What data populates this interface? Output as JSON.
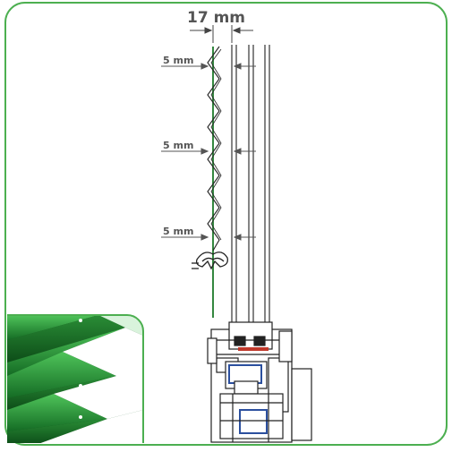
{
  "diagram": {
    "top_dimension": "17 mm",
    "side_dimensions": [
      "5 mm",
      "5 mm",
      "5 mm"
    ],
    "colors": {
      "border_green": "#4caf50",
      "pleat_green": "#2e9a3a",
      "line_dark": "#333333",
      "label_gray": "#555555"
    }
  },
  "inset": {
    "description_icon": "pleated-blind-closeup-icon"
  }
}
